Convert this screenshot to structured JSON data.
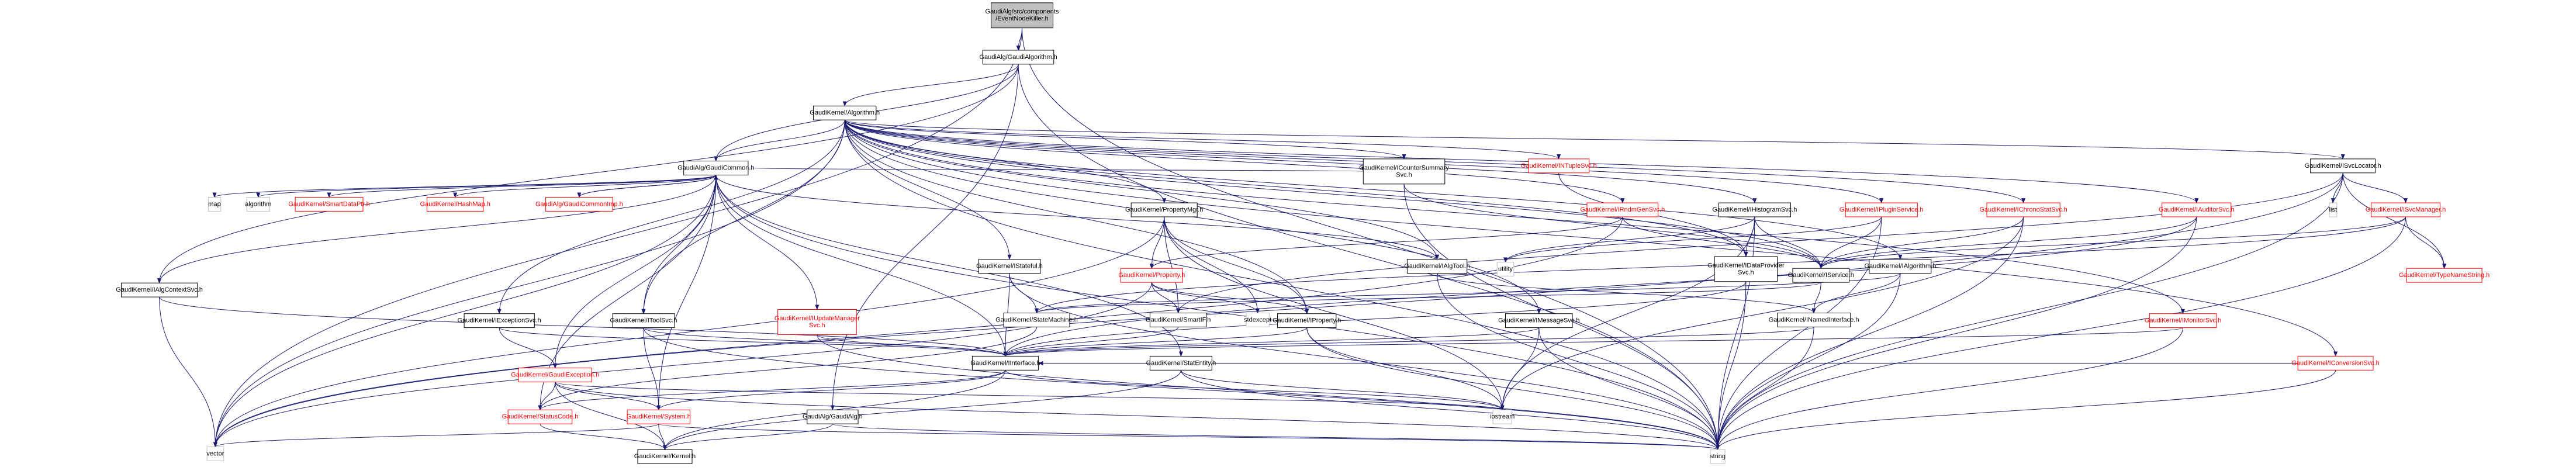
{
  "graph": {
    "root": "n0",
    "colors": {
      "edge": "#191970",
      "node_border": "#000000",
      "link_border": "#bfbfbf",
      "root_fill": "#bfbfbf",
      "text": "#000000",
      "undocumented_text": "#ff0000"
    },
    "nodes": [
      {
        "id": "n0",
        "lines": [
          "GaudiAlg/src/components",
          "/EventNodeKiller.h"
        ],
        "style": "root"
      },
      {
        "id": "n1",
        "lines": [
          "GaudiAlg/GaudiAlgorithm.h"
        ],
        "style": "link"
      },
      {
        "id": "n2",
        "lines": [
          "GaudiKernel/Algorithm.h"
        ],
        "style": "link"
      },
      {
        "id": "n3",
        "lines": [
          "GaudiAlg/GaudiCommon.h"
        ],
        "style": "link"
      },
      {
        "id": "n4",
        "lines": [
          "GaudiKernel/IAlgContextSvc.h"
        ],
        "style": "link"
      },
      {
        "id": "n5",
        "lines": [
          "GaudiKernel/INTupleSvc.h"
        ],
        "style": "undoc"
      },
      {
        "id": "n6",
        "lines": [
          "GaudiKernel/ISvcLocator.h"
        ],
        "style": "link"
      },
      {
        "id": "n7",
        "lines": [
          "map"
        ],
        "style": "plain"
      },
      {
        "id": "n8",
        "lines": [
          "algorithm"
        ],
        "style": "plain"
      },
      {
        "id": "n9",
        "lines": [
          "GaudiKernel/SmartDataPtr.h"
        ],
        "style": "undoc"
      },
      {
        "id": "n10",
        "lines": [
          "GaudiKernel/HashMap.h"
        ],
        "style": "undoc"
      },
      {
        "id": "n11",
        "lines": [
          "GaudiAlg/GaudiCommonImp.h"
        ],
        "style": "undoc"
      },
      {
        "id": "n12",
        "lines": [
          "GaudiKernel/ICounterSummary",
          "Svc.h"
        ],
        "style": "link"
      },
      {
        "id": "n13",
        "lines": [
          "GaudiKernel/IRndmGenSvc.h"
        ],
        "style": "undoc"
      },
      {
        "id": "n14",
        "lines": [
          "GaudiKernel/IHistogramSvc.h"
        ],
        "style": "link"
      },
      {
        "id": "n15",
        "lines": [
          "GaudiKernel/IPluginService.h"
        ],
        "style": "undoc"
      },
      {
        "id": "n16",
        "lines": [
          "GaudiKernel/IChronoStatSvc.h"
        ],
        "style": "undoc"
      },
      {
        "id": "n17",
        "lines": [
          "GaudiKernel/IAuditorSvc.h"
        ],
        "style": "undoc"
      },
      {
        "id": "n18",
        "lines": [
          "GaudiKernel/ISvcManager.h"
        ],
        "style": "undoc"
      },
      {
        "id": "n19",
        "lines": [
          "list"
        ],
        "style": "plain"
      },
      {
        "id": "n20",
        "lines": [
          "GaudiKernel/PropertyMgr.h"
        ],
        "style": "link"
      },
      {
        "id": "n21",
        "lines": [
          "GaudiKernel/Property.h"
        ],
        "style": "undoc"
      },
      {
        "id": "n22",
        "lines": [
          "GaudiKernel/IStateful.h"
        ],
        "style": "link"
      },
      {
        "id": "n23",
        "lines": [
          "GaudiKernel/IAlgTool.h"
        ],
        "style": "link"
      },
      {
        "id": "n24",
        "lines": [
          "utility"
        ],
        "style": "plain"
      },
      {
        "id": "n25",
        "lines": [
          "GaudiKernel/IDataProvider",
          "Svc.h"
        ],
        "style": "link"
      },
      {
        "id": "n26",
        "lines": [
          "GaudiKernel/IService.h"
        ],
        "style": "link"
      },
      {
        "id": "n27",
        "lines": [
          "GaudiKernel/IAlgorithm.h"
        ],
        "style": "link"
      },
      {
        "id": "n28",
        "lines": [
          "GaudiKernel/TypeNameString.h"
        ],
        "style": "undoc"
      },
      {
        "id": "n29",
        "lines": [
          "GaudiKernel/IExceptionSvc.h"
        ],
        "style": "link"
      },
      {
        "id": "n30",
        "lines": [
          "GaudiKernel/IToolSvc.h"
        ],
        "style": "link"
      },
      {
        "id": "n31",
        "lines": [
          "GaudiKernel/IUpdateManager",
          "Svc.h"
        ],
        "style": "undoc"
      },
      {
        "id": "n32",
        "lines": [
          "GaudiKernel/StateMachine.h"
        ],
        "style": "link"
      },
      {
        "id": "n33",
        "lines": [
          "GaudiKernel/SmartIF.h"
        ],
        "style": "link"
      },
      {
        "id": "n34",
        "lines": [
          "stdexcept"
        ],
        "style": "plain"
      },
      {
        "id": "n35",
        "lines": [
          "GaudiKernel/IProperty.h"
        ],
        "style": "link"
      },
      {
        "id": "n36",
        "lines": [
          "GaudiKernel/IMessageSvc.h"
        ],
        "style": "link"
      },
      {
        "id": "n37",
        "lines": [
          "GaudiKernel/INamedInterface.h"
        ],
        "style": "link"
      },
      {
        "id": "n38",
        "lines": [
          "GaudiKernel/IMonitorSvc.h"
        ],
        "style": "undoc"
      },
      {
        "id": "n39",
        "lines": [
          "GaudiKernel/IInterface.h"
        ],
        "style": "link"
      },
      {
        "id": "n40",
        "lines": [
          "GaudiKernel/StatEntity.h"
        ],
        "style": "link"
      },
      {
        "id": "n41",
        "lines": [
          "GaudiKernel/IConversionSvc.h"
        ],
        "style": "undoc"
      },
      {
        "id": "n42",
        "lines": [
          "GaudiKernel/GaudiException.h"
        ],
        "style": "undoc"
      },
      {
        "id": "n43",
        "lines": [
          "GaudiKernel/StatusCode.h"
        ],
        "style": "undoc"
      },
      {
        "id": "n44",
        "lines": [
          "GaudiKernel/System.h"
        ],
        "style": "undoc"
      },
      {
        "id": "n45",
        "lines": [
          "GaudiAlg/GaudiAlg.h"
        ],
        "style": "link"
      },
      {
        "id": "n46",
        "lines": [
          "iostream"
        ],
        "style": "plain"
      },
      {
        "id": "n47",
        "lines": [
          "vector"
        ],
        "style": "plain"
      },
      {
        "id": "n48",
        "lines": [
          "GaudiKernel/Kernel.h"
        ],
        "style": "link"
      },
      {
        "id": "n49",
        "lines": [
          "string"
        ],
        "style": "plain"
      }
    ],
    "edges": [
      [
        "n0",
        "n1"
      ],
      [
        "n0",
        "n47"
      ],
      [
        "n0",
        "n49"
      ],
      [
        "n1",
        "n2"
      ],
      [
        "n1",
        "n3"
      ],
      [
        "n1",
        "n4"
      ],
      [
        "n1",
        "n45"
      ],
      [
        "n1",
        "n49"
      ],
      [
        "n2",
        "n3"
      ],
      [
        "n2",
        "n5"
      ],
      [
        "n2",
        "n6"
      ],
      [
        "n2",
        "n12"
      ],
      [
        "n2",
        "n13"
      ],
      [
        "n2",
        "n14"
      ],
      [
        "n2",
        "n15"
      ],
      [
        "n2",
        "n16"
      ],
      [
        "n2",
        "n17"
      ],
      [
        "n2",
        "n20"
      ],
      [
        "n2",
        "n22"
      ],
      [
        "n2",
        "n23"
      ],
      [
        "n2",
        "n25"
      ],
      [
        "n2",
        "n26"
      ],
      [
        "n2",
        "n27"
      ],
      [
        "n2",
        "n29"
      ],
      [
        "n2",
        "n30"
      ],
      [
        "n2",
        "n35"
      ],
      [
        "n2",
        "n36"
      ],
      [
        "n2",
        "n38"
      ],
      [
        "n2",
        "n41"
      ],
      [
        "n2",
        "n47"
      ],
      [
        "n2",
        "n49"
      ],
      [
        "n3",
        "n4"
      ],
      [
        "n3",
        "n7"
      ],
      [
        "n3",
        "n8"
      ],
      [
        "n3",
        "n9"
      ],
      [
        "n3",
        "n10"
      ],
      [
        "n3",
        "n11"
      ],
      [
        "n3",
        "n12"
      ],
      [
        "n3",
        "n23"
      ],
      [
        "n3",
        "n30"
      ],
      [
        "n3",
        "n31"
      ],
      [
        "n3",
        "n39"
      ],
      [
        "n3",
        "n40"
      ],
      [
        "n3",
        "n42"
      ],
      [
        "n3",
        "n43"
      ],
      [
        "n3",
        "n44"
      ],
      [
        "n3",
        "n47"
      ],
      [
        "n3",
        "n49"
      ],
      [
        "n11",
        "n3"
      ],
      [
        "n4",
        "n39"
      ],
      [
        "n4",
        "n47"
      ],
      [
        "n5",
        "n25"
      ],
      [
        "n6",
        "n18"
      ],
      [
        "n6",
        "n19"
      ],
      [
        "n6",
        "n28"
      ],
      [
        "n6",
        "n33"
      ],
      [
        "n6",
        "n47"
      ],
      [
        "n6",
        "n49"
      ],
      [
        "n12",
        "n26"
      ],
      [
        "n12",
        "n49"
      ],
      [
        "n13",
        "n21"
      ],
      [
        "n13",
        "n26"
      ],
      [
        "n13",
        "n47"
      ],
      [
        "n14",
        "n24"
      ],
      [
        "n14",
        "n25"
      ],
      [
        "n14",
        "n26"
      ],
      [
        "n14",
        "n46"
      ],
      [
        "n14",
        "n49"
      ],
      [
        "n15",
        "n24"
      ],
      [
        "n15",
        "n26"
      ],
      [
        "n15",
        "n49"
      ],
      [
        "n16",
        "n26"
      ],
      [
        "n16",
        "n46"
      ],
      [
        "n16",
        "n49"
      ],
      [
        "n17",
        "n26"
      ],
      [
        "n17",
        "n39"
      ],
      [
        "n17",
        "n49"
      ],
      [
        "n18",
        "n26"
      ],
      [
        "n18",
        "n28"
      ],
      [
        "n18",
        "n32"
      ],
      [
        "n18",
        "n49"
      ],
      [
        "n20",
        "n21"
      ],
      [
        "n20",
        "n33"
      ],
      [
        "n20",
        "n34"
      ],
      [
        "n20",
        "n35"
      ],
      [
        "n20",
        "n46"
      ],
      [
        "n20",
        "n47"
      ],
      [
        "n21",
        "n33"
      ],
      [
        "n21",
        "n34"
      ],
      [
        "n21",
        "n35"
      ],
      [
        "n21",
        "n47"
      ],
      [
        "n22",
        "n32"
      ],
      [
        "n22",
        "n39"
      ],
      [
        "n22",
        "n49"
      ],
      [
        "n23",
        "n37"
      ],
      [
        "n23",
        "n49"
      ],
      [
        "n25",
        "n39"
      ],
      [
        "n25",
        "n49"
      ],
      [
        "n26",
        "n37"
      ],
      [
        "n26",
        "n32"
      ],
      [
        "n27",
        "n32"
      ],
      [
        "n27",
        "n37"
      ],
      [
        "n27",
        "n49"
      ],
      [
        "n29",
        "n39"
      ],
      [
        "n29",
        "n42"
      ],
      [
        "n30",
        "n39"
      ],
      [
        "n30",
        "n44"
      ],
      [
        "n30",
        "n49"
      ],
      [
        "n31",
        "n39"
      ],
      [
        "n31",
        "n49"
      ],
      [
        "n32",
        "n43"
      ],
      [
        "n33",
        "n39"
      ],
      [
        "n35",
        "n39"
      ],
      [
        "n35",
        "n46"
      ],
      [
        "n35",
        "n49"
      ],
      [
        "n36",
        "n39"
      ],
      [
        "n36",
        "n46"
      ],
      [
        "n36",
        "n49"
      ],
      [
        "n37",
        "n39"
      ],
      [
        "n37",
        "n49"
      ],
      [
        "n38",
        "n39"
      ],
      [
        "n38",
        "n49"
      ],
      [
        "n39",
        "n43"
      ],
      [
        "n39",
        "n44"
      ],
      [
        "n39",
        "n48"
      ],
      [
        "n39",
        "n46"
      ],
      [
        "n40",
        "n48"
      ],
      [
        "n40",
        "n46"
      ],
      [
        "n40",
        "n49"
      ],
      [
        "n41",
        "n39"
      ],
      [
        "n41",
        "n49"
      ],
      [
        "n42",
        "n43"
      ],
      [
        "n42",
        "n44"
      ],
      [
        "n42",
        "n46"
      ],
      [
        "n42",
        "n48"
      ],
      [
        "n42",
        "n49"
      ],
      [
        "n43",
        "n48"
      ],
      [
        "n44",
        "n47"
      ],
      [
        "n44",
        "n48"
      ],
      [
        "n44",
        "n49"
      ],
      [
        "n45",
        "n48"
      ],
      [
        "n45",
        "n49"
      ]
    ]
  }
}
